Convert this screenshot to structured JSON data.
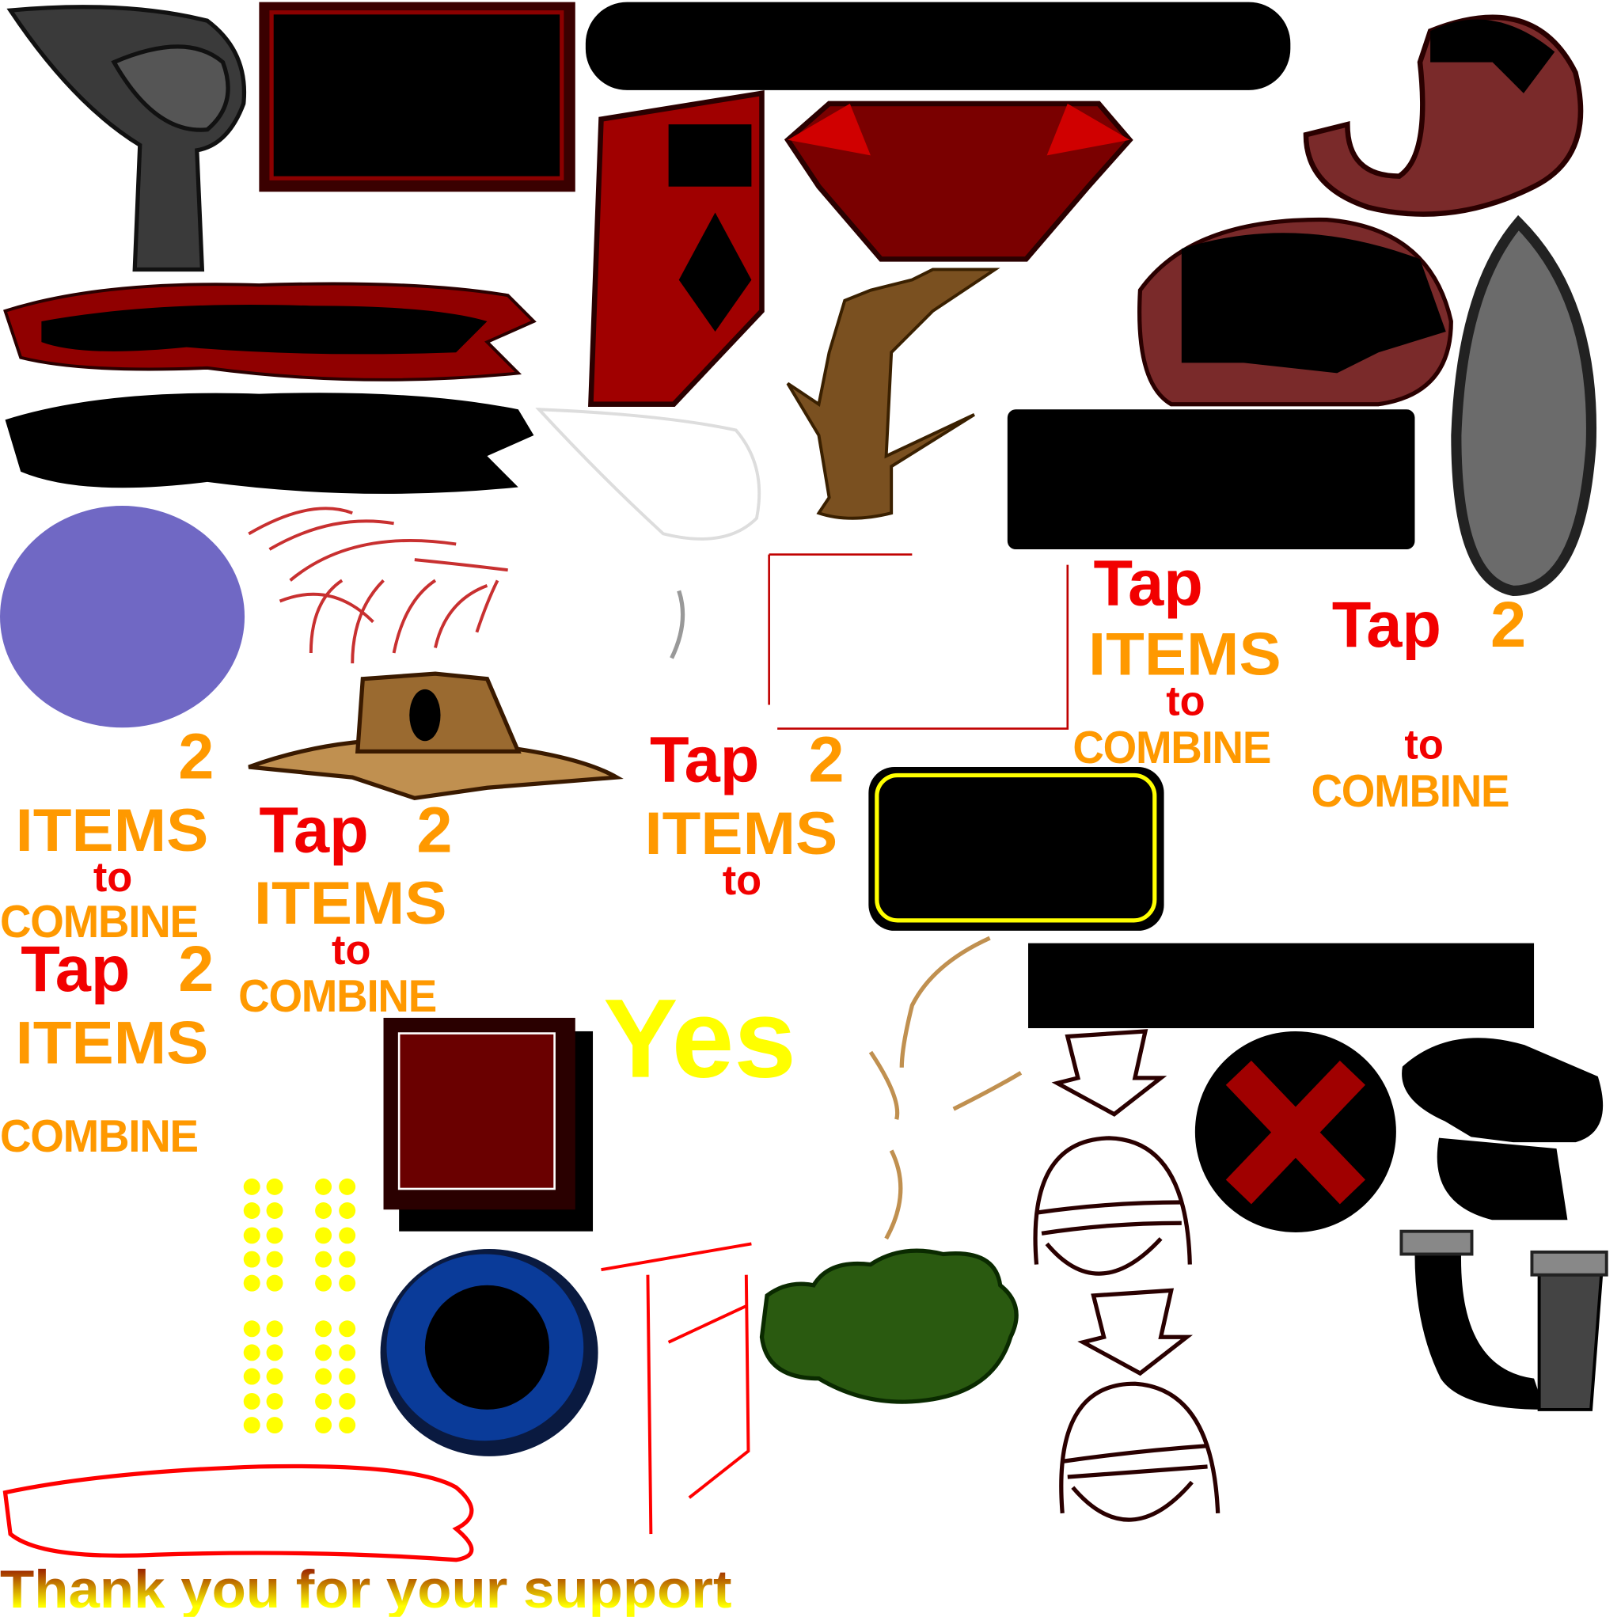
{
  "labels": {
    "tap": "Tap",
    "two": "2",
    "items": "ITEMS",
    "to": "to",
    "combine": "COMBINE",
    "yes": "Yes",
    "thanks": "Thank you for your support"
  },
  "colors": {
    "red": "#f20000",
    "orange": "#ff9900",
    "yellow": "#ffff00",
    "dark_red": "#8b0000",
    "purple": "#7068c4",
    "blue": "#0a3b99",
    "green": "#2a5a10"
  }
}
